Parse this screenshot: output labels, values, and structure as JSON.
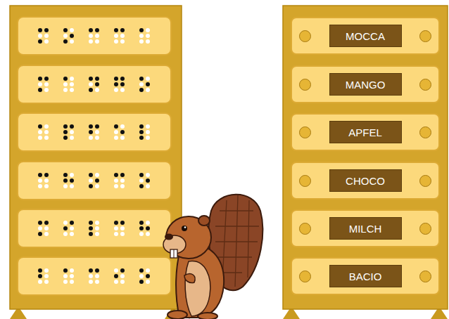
{
  "diagram": {
    "nodes": [
      {
        "text": [
          "MOCCA"
        ]
      },
      {
        "text": [
          "MANGO"
        ]
      },
      {
        "text": [
          "APFEL"
        ]
      },
      {
        "text": [
          "CHOCO"
        ]
      },
      {
        "text": [
          "MILCH"
        ]
      },
      {
        "text": [
          "BACIO"
        ]
      }
    ]
  }
}
